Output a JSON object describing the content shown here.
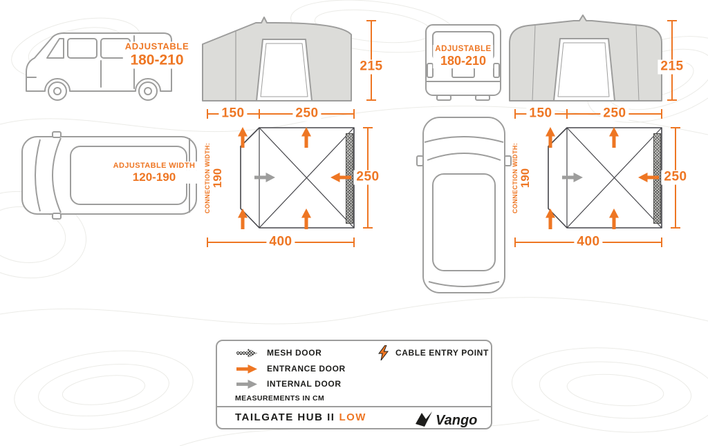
{
  "meta": {
    "title": "Tailgate Hub II Low dimensions diagram"
  },
  "colors": {
    "accent_orange": "#EE7623",
    "line_gray": "#9D9D9C",
    "text_dark": "#1D1D1B"
  },
  "panels": [
    {
      "id": "side-view",
      "vehicle_label_line1": "ADJUSTABLE",
      "vehicle_label_line2": "180-210",
      "height": "215",
      "dim_connection_depth": "150",
      "dim_body_depth": "250",
      "dim_width": "250",
      "dim_total": "400",
      "connection_label": "CONNECTION WIDTH:",
      "connection_value": "190",
      "van_top_label_line1": "ADJUSTABLE WIDTH",
      "van_top_label_line2": "120-190"
    },
    {
      "id": "rear-view",
      "vehicle_label_line1": "ADJUSTABLE",
      "vehicle_label_line2": "180-210",
      "height": "215",
      "dim_connection_depth": "150",
      "dim_body_depth": "250",
      "dim_width": "250",
      "dim_total": "400",
      "connection_label": "CONNECTION WIDTH:",
      "connection_value": "190"
    }
  ],
  "legend": {
    "mesh_door": "MESH DOOR",
    "entrance_door": "ENTRANCE DOOR",
    "internal_door": "INTERNAL DOOR",
    "cable_entry_point": "CABLE ENTRY POINT",
    "measurements_note": "MEASUREMENTS IN CM",
    "product_name": "TAILGATE HUB II",
    "product_variant": "LOW",
    "brand": "Vango"
  }
}
